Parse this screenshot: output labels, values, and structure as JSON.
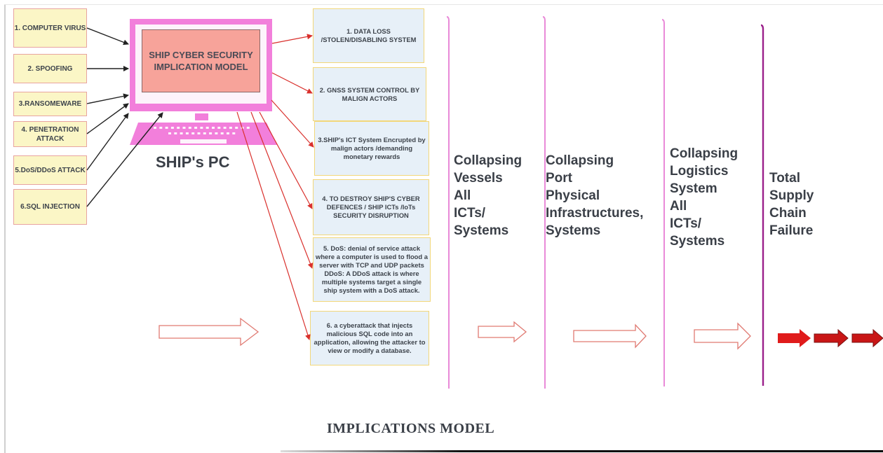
{
  "diagram": {
    "monitor_title": "SHIP CYBER SECURITY IMPLICATION MODEL",
    "pc_label": "SHIP's PC",
    "threats": [
      "1. COMPUTER VIRUS",
      "2. SPOOFING",
      "3.RANSOMEWARE",
      "4. PENETRATION ATTACK",
      "5.DoS/DDoS ATTACK",
      "6.SQL INJECTION"
    ],
    "impacts": [
      "1. DATA LOSS /STOLEN/DISABLING SYSTEM",
      "2. GNSS SYSTEM CONTROL BY MALIGN ACTORS",
      "3.SHIP's ICT System Encrupted by malign actors /demanding monetary rewards",
      "4. TO DESTROY SHIP'S CYBER DEFENCES / SHIP ICTs /IoTs SECURITY DISRUPTION",
      "5. DoS: denial of service attack where a computer is used to flood a server with TCP and UDP packets DDoS: A DDoS attack is where multiple systems target a single ship system with a DoS attack.",
      "6. a cyberattack that injects malicious SQL code into an application, allowing the attacker to view or modify a database."
    ],
    "stages": [
      [
        "Collapsing",
        "Vessels",
        "All",
        "ICTs/",
        "Systems"
      ],
      [
        "Collapsing",
        "Port",
        "Physical",
        "Infrastructures,",
        "Systems"
      ],
      [
        "Collapsing",
        "Logistics",
        "System",
        "All",
        "ICTs/",
        "Systems"
      ],
      [
        "Total",
        "Supply",
        "Chain",
        "Failure"
      ]
    ],
    "footer_title": "IMPLICATIONS MODEL"
  },
  "colors": {
    "monitor_pink": "#f27fdb",
    "screen_salmon": "#f7a39a",
    "threat_fill": "#fbf6c6",
    "impact_fill": "#e7f0f8",
    "connector_red": "#d9302c",
    "bracket_pink": "#e98ad8",
    "bracket_dark": "#9b1f8a",
    "arrow_red": "#e01b1b"
  }
}
